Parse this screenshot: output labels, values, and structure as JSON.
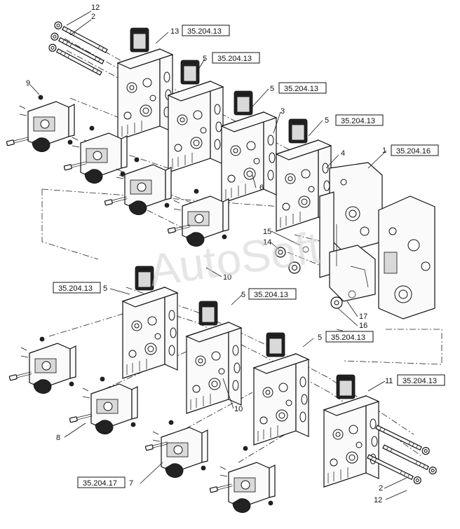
{
  "watermark": "AutoSoft",
  "callouts": [
    {
      "id": "c-12-top",
      "num": "12",
      "ref": ""
    },
    {
      "id": "c-2-top",
      "num": "2",
      "ref": ""
    },
    {
      "id": "c-13",
      "num": "13",
      "ref": "35.204.13"
    },
    {
      "id": "c-5-a",
      "num": "5",
      "ref": "35.204.13"
    },
    {
      "id": "c-5-b",
      "num": "5",
      "ref": "35.204.13"
    },
    {
      "id": "c-9",
      "num": "9",
      "ref": ""
    },
    {
      "id": "c-3",
      "num": "3",
      "ref": ""
    },
    {
      "id": "c-5-c",
      "num": "5",
      "ref": "35.204.13"
    },
    {
      "id": "c-1",
      "num": "1",
      "ref": "35.204.16"
    },
    {
      "id": "c-4",
      "num": "4",
      "ref": ""
    },
    {
      "id": "c-6",
      "num": "6",
      "ref": ""
    },
    {
      "id": "c-15",
      "num": "15",
      "ref": ""
    },
    {
      "id": "c-14",
      "num": "14",
      "ref": ""
    },
    {
      "id": "c-10-a",
      "num": "10",
      "ref": ""
    },
    {
      "id": "c-5-d",
      "num": "5",
      "ref": "35.204.13"
    },
    {
      "id": "c-5-e",
      "num": "5",
      "ref": "35.204.13"
    },
    {
      "id": "c-17",
      "num": "17",
      "ref": ""
    },
    {
      "id": "c-16",
      "num": "16",
      "ref": ""
    },
    {
      "id": "c-5-f",
      "num": "5",
      "ref": "35.204.13"
    },
    {
      "id": "c-11",
      "num": "11",
      "ref": "35.204.13"
    },
    {
      "id": "c-10-b",
      "num": "10",
      "ref": ""
    },
    {
      "id": "c-8",
      "num": "8",
      "ref": ""
    },
    {
      "id": "c-7",
      "num": "7",
      "ref": "35.204.17"
    },
    {
      "id": "c-2-bottom",
      "num": "2",
      "ref": ""
    },
    {
      "id": "c-12-bottom",
      "num": "12",
      "ref": ""
    }
  ]
}
